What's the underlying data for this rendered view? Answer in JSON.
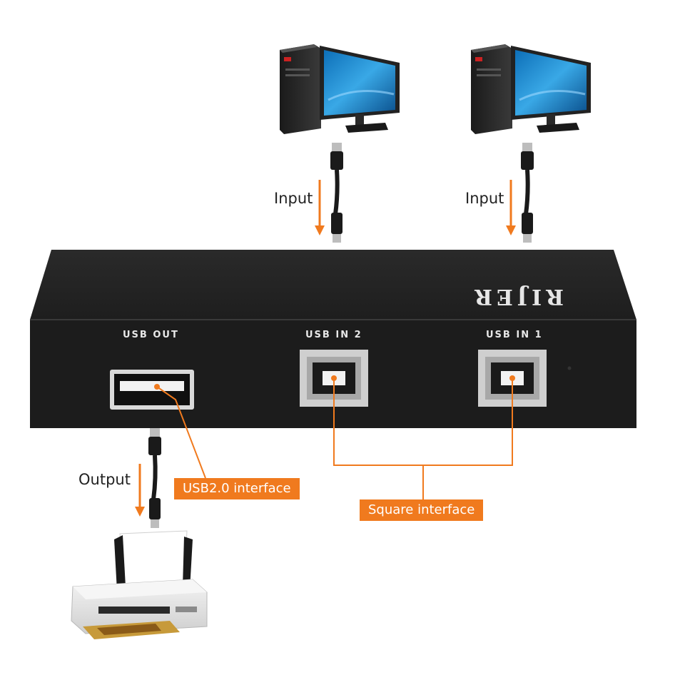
{
  "labels": {
    "input_left": "Input",
    "input_right": "Input",
    "output": "Output"
  },
  "callouts": {
    "usb2": "USB2.0 interface",
    "square": "Square interface"
  },
  "device": {
    "brand": "RIJER",
    "port_out": "USB OUT",
    "port_in2": "USB IN 2",
    "port_in1": "USB IN 1"
  },
  "colors": {
    "accent": "#f07a1e",
    "device_body": "#1c1c1c"
  },
  "icons": [
    "desktop-computer-icon",
    "usb-cable-icon",
    "printer-icon"
  ]
}
